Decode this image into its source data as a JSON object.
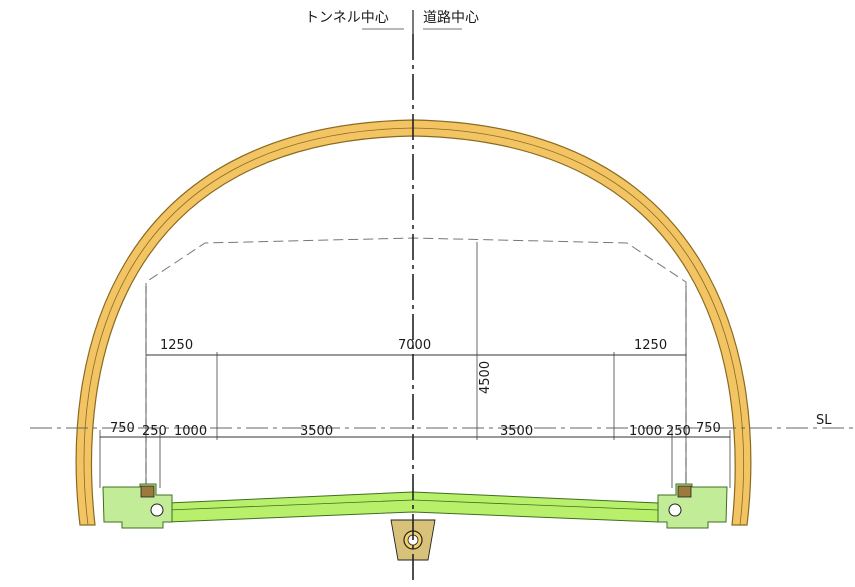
{
  "header": {
    "tunnel_center": "トンネル中心",
    "road_center": "道路中心"
  },
  "springline_label": "SL",
  "dimensions": {
    "total_width": "7000",
    "left_shoulder": "1250",
    "right_shoulder": "1250",
    "clearance_height": "4500",
    "left_walkway": "750",
    "left_curb": "250",
    "left_margin": "1000",
    "left_lane": "3500",
    "right_lane": "3500",
    "right_margin": "1000",
    "right_curb": "250",
    "right_walkway": "750"
  },
  "colors": {
    "lining": "#f2c463",
    "lining_stroke": "#8a6a1e",
    "pavement": "#b8f06c",
    "pavement_stroke": "#3f6e1c",
    "curb": "#c2ec98"
  }
}
